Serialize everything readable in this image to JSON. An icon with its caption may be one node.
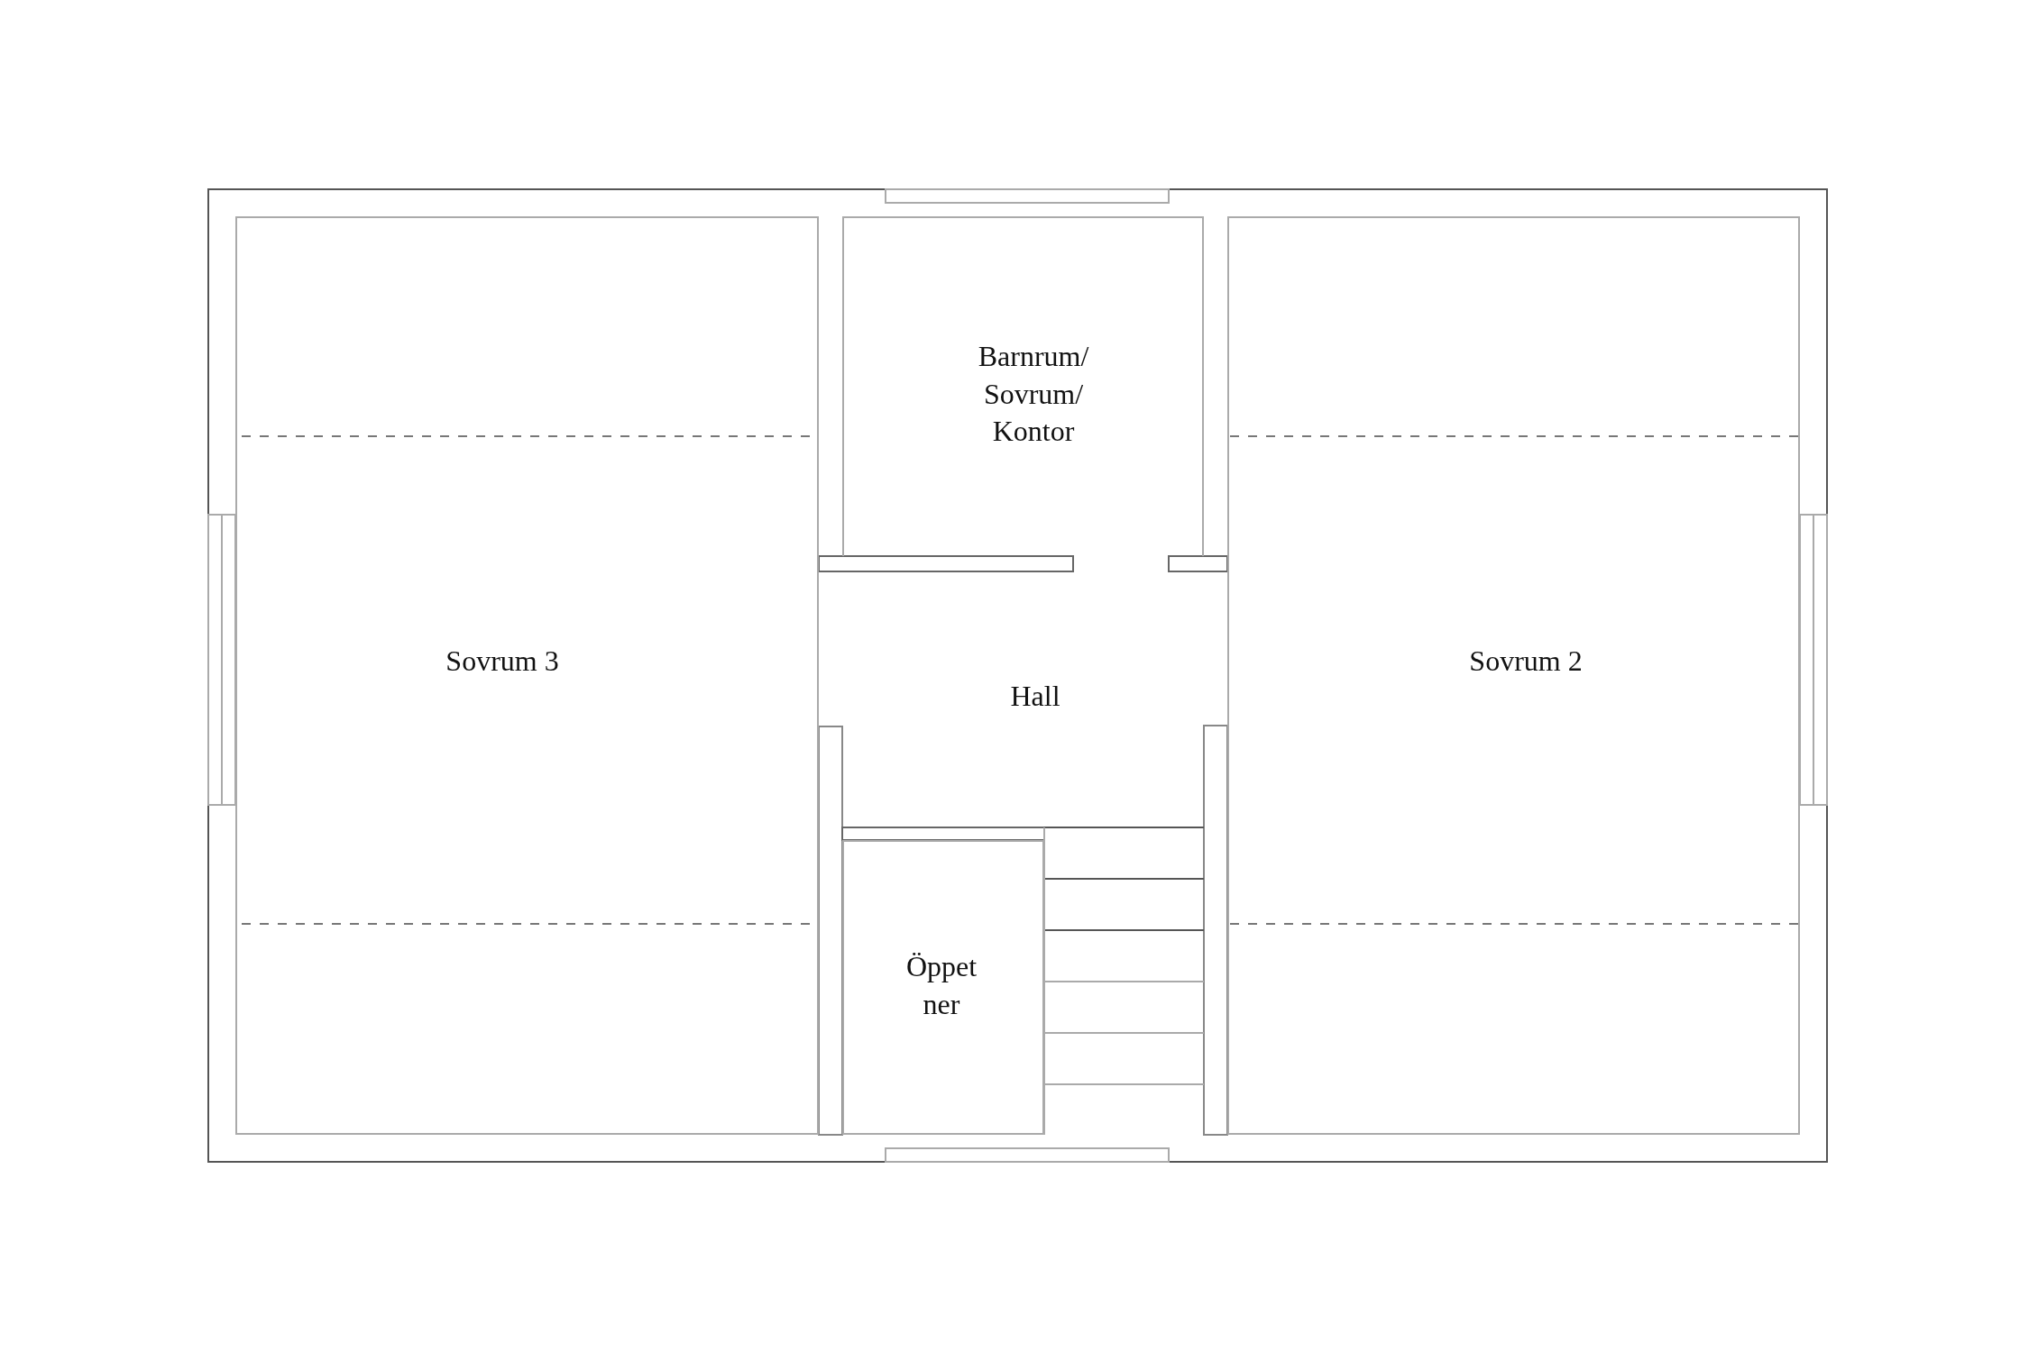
{
  "diagram": {
    "nodes": [
      {
        "text": [
          "Barnrum/ Sovrum/ Kontor"
        ]
      },
      {
        "text": [
          "Sovrum 3"
        ]
      },
      {
        "text": [
          "Hall"
        ]
      },
      {
        "text": [
          "Sovrum 2"
        ]
      },
      {
        "text": [
          "Öppet ner"
        ]
      }
    ]
  }
}
